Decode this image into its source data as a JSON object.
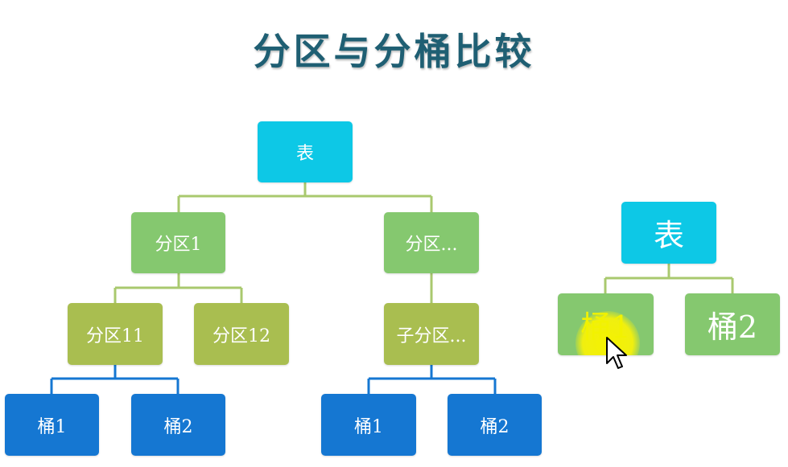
{
  "title": "分区与分桶比较",
  "left_tree": {
    "root": "表",
    "partition_1": "分区1",
    "partition_n": "分区...",
    "partition_11": "分区11",
    "partition_12": "分区12",
    "sub_partition_n": "子分区...",
    "bucket_a1": "桶1",
    "bucket_a2": "桶2",
    "bucket_b1": "桶1",
    "bucket_b2": "桶2"
  },
  "right_tree": {
    "root": "表",
    "bucket_1": "桶1",
    "bucket_2": "桶2"
  },
  "colors": {
    "title": "#1f5f73",
    "root": "#0dc8e6",
    "partition": "#85c86f",
    "sub_partition": "#a9be50",
    "bucket": "#1577d2",
    "line_green": "#a9c96e",
    "line_blue": "#1577d2",
    "cursor_highlight": "#f5f200"
  }
}
